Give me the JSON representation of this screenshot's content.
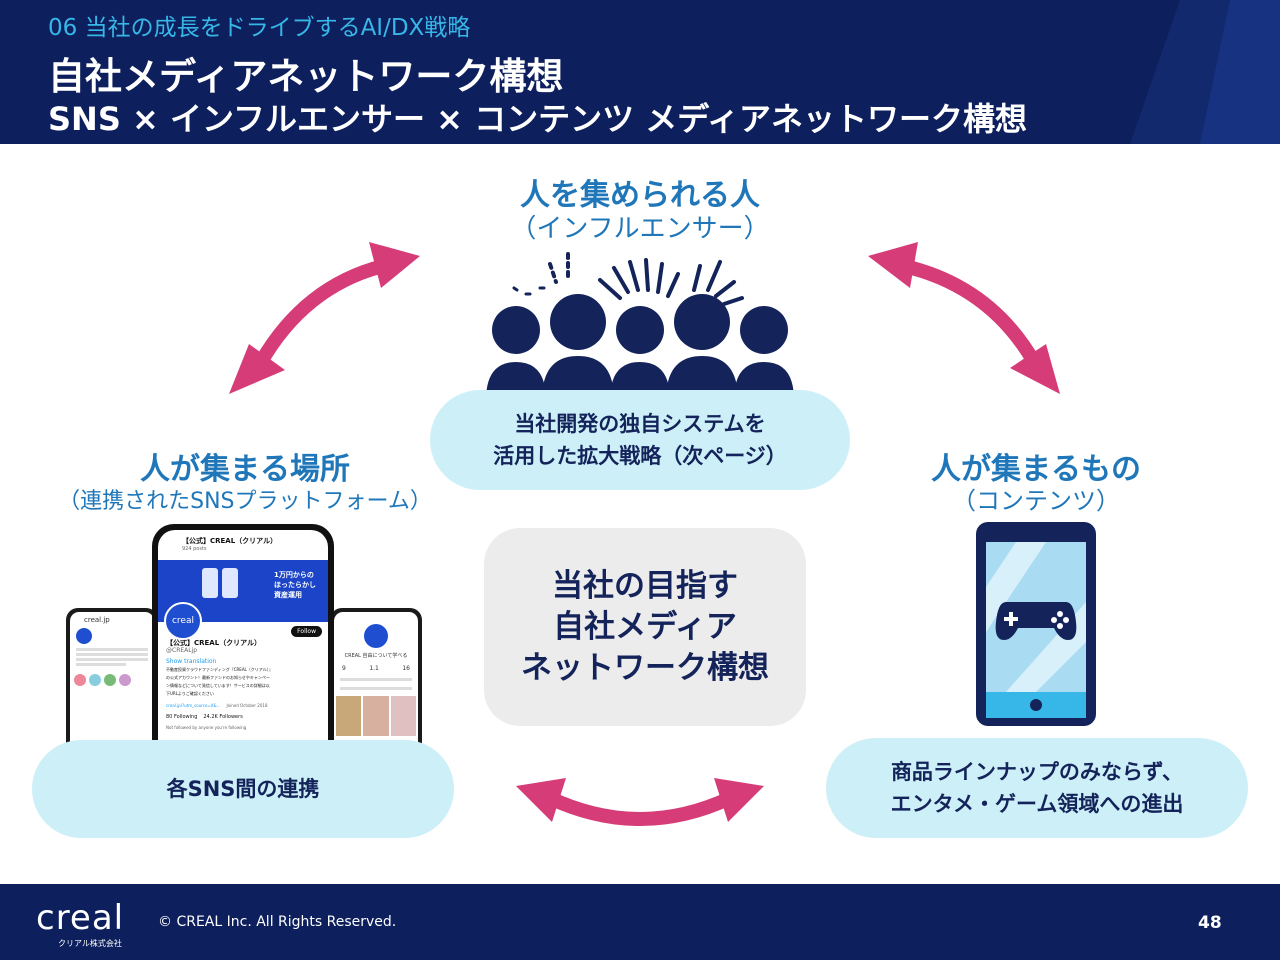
{
  "header": {
    "section_label": "06 当社の成長をドライブするAI/DX戦略",
    "title": "自社メディアネットワーク構想",
    "subtitle": "SNS × インフルエンサー × コンテンツ メディアネットワーク構想"
  },
  "top_node": {
    "heading": "人を集められる人",
    "sub": "（インフルエンサー）",
    "pill_line1": "当社開発の独自システムを",
    "pill_line2": "活用した拡大戦略（次ページ）"
  },
  "left_node": {
    "heading": "人が集まる場所",
    "sub": "（連携されたSNSプラットフォーム）",
    "pill": "各SNS間の連携"
  },
  "right_node": {
    "heading": "人が集まるもの",
    "sub": "（コンテンツ）",
    "pill_line1": "商品ラインナップのみならず、",
    "pill_line2": "エンタメ・ゲーム領域への進出"
  },
  "center": {
    "line1": "当社の目指す",
    "line2": "自社メディア",
    "line3": "ネットワーク構想"
  },
  "phone_screens": {
    "center_header": "【公式】CREAL（クリアル）",
    "center_posts": "924 posts",
    "banner_line1": "1万円からの",
    "banner_line2": "ほったらかし",
    "banner_line3": "資産運用",
    "brand": "creal",
    "account_name": "【公式】CREAL（クリアル）",
    "account_handle": "@CREALjp",
    "follow_label": "Follow",
    "show_translation": "Show translation",
    "bio_line1": "不動産投資クラウドファンディング『CREAL（クリアル）』",
    "bio_line2": "の公式アカウント！最新ファンドのお知らせやキャンペー",
    "bio_line3": "ン情報などについて発信しています！サービスの詳細は以",
    "bio_line4": "下URLよりご確認ください",
    "link": "creal.jp/?utm_source=X&...",
    "joined": "Joined October 2018",
    "following": "80 Following",
    "followers": "24.2K Followers",
    "not_followed": "Not followed by anyone you're following",
    "left_handle": "creal.jp",
    "right_name": "CREAL 自由について学べる"
  },
  "footer": {
    "logo": "creal",
    "logo_sub": "クリアル株式会社",
    "copyright": "© CREAL Inc. All Rights Reserved.",
    "page_number": "48"
  },
  "colors": {
    "navy": "#0d1f5c",
    "heading_blue": "#1f77b9",
    "accent_cyan": "#37b7e8",
    "pill_bg": "#cdeff8",
    "arrow_pink": "#d63c78",
    "icon_navy": "#14245a"
  }
}
